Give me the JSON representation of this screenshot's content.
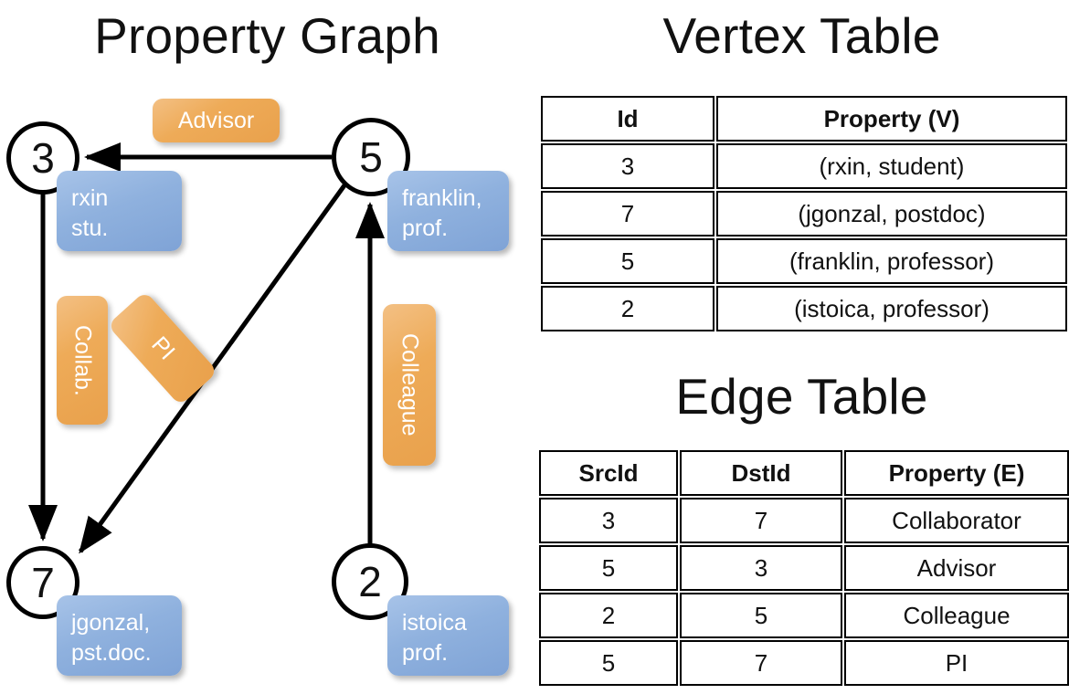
{
  "titles": {
    "property_graph": "Property Graph",
    "vertex_table": "Vertex Table",
    "edge_table": "Edge Table"
  },
  "graph": {
    "vertices": [
      {
        "id": "3",
        "property_line1": "rxin",
        "property_line2": "stu."
      },
      {
        "id": "5",
        "property_line1": "franklin,",
        "property_line2": "prof."
      },
      {
        "id": "7",
        "property_line1": "jgonzal,",
        "property_line2": "pst.doc."
      },
      {
        "id": "2",
        "property_line1": "istoica",
        "property_line2": "prof."
      }
    ],
    "edge_labels": [
      {
        "name": "advisor",
        "text": "Advisor"
      },
      {
        "name": "collab",
        "text": "Collab."
      },
      {
        "name": "pi",
        "text": "PI"
      },
      {
        "name": "colleague",
        "text": "Colleague"
      }
    ]
  },
  "vertex_table": {
    "columns": [
      "Id",
      "Property (V)"
    ],
    "rows": [
      {
        "id": "3",
        "property": "(rxin, student)"
      },
      {
        "id": "7",
        "property": "(jgonzal, postdoc)"
      },
      {
        "id": "5",
        "property": "(franklin, professor)"
      },
      {
        "id": "2",
        "property": "(istoica, professor)"
      }
    ]
  },
  "edge_table": {
    "columns": [
      "SrcId",
      "DstId",
      "Property (E)"
    ],
    "rows": [
      {
        "src": "3",
        "dst": "7",
        "property": "Collaborator"
      },
      {
        "src": "5",
        "dst": "3",
        "property": "Advisor"
      },
      {
        "src": "2",
        "dst": "5",
        "property": "Colleague"
      },
      {
        "src": "5",
        "dst": "7",
        "property": "PI"
      }
    ]
  },
  "colors": {
    "vertex_property_blue": "#8fb1de",
    "edge_label_orange": "#eeab58",
    "table_blue_cell": "#d4dff0",
    "table_orange_cell": "#f6e0c7",
    "stroke_black": "#000000",
    "background": "#ffffff"
  },
  "chart_data": {
    "type": "diagram",
    "title": "Property Graph",
    "nodes": [
      {
        "id": "3",
        "label": "rxin, student"
      },
      {
        "id": "5",
        "label": "franklin, professor"
      },
      {
        "id": "7",
        "label": "jgonzal, postdoc"
      },
      {
        "id": "2",
        "label": "istoica, professor"
      }
    ],
    "directed_edges": [
      {
        "src": "3",
        "dst": "7",
        "label": "Collab."
      },
      {
        "src": "5",
        "dst": "3",
        "label": "Advisor"
      },
      {
        "src": "2",
        "dst": "5",
        "label": "Colleague"
      },
      {
        "src": "5",
        "dst": "7",
        "label": "PI"
      }
    ]
  }
}
